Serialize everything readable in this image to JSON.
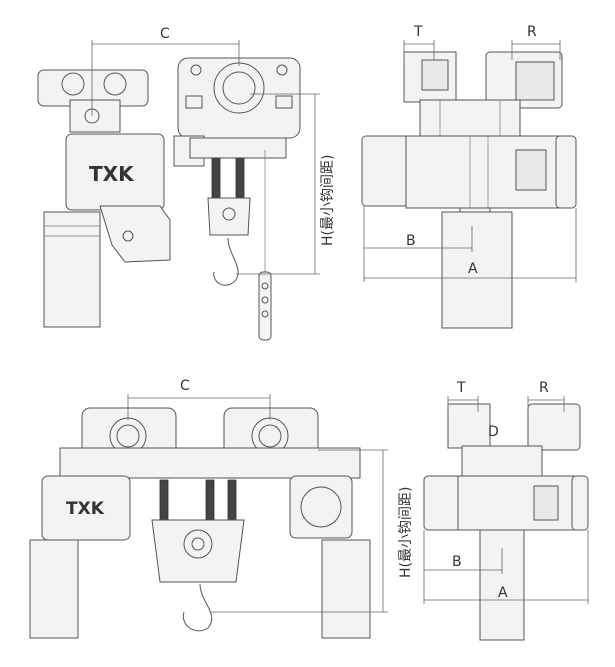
{
  "diagram": {
    "top": {
      "logo": "TXK",
      "dim_c": "C",
      "dim_h": "H(最小钩间距)",
      "dim_t": "T",
      "dim_r": "R",
      "dim_b": "B",
      "dim_a": "A"
    },
    "bottom": {
      "logo": "TXK",
      "dim_c": "C",
      "dim_h": "H(最小钩间距)",
      "dim_t": "T",
      "dim_r": "R",
      "dim_b": "B",
      "dim_a": "A",
      "dim_d": "D"
    }
  },
  "colors": {
    "line": "#555555",
    "panel": "#f3f3f3",
    "label": "#333333"
  }
}
